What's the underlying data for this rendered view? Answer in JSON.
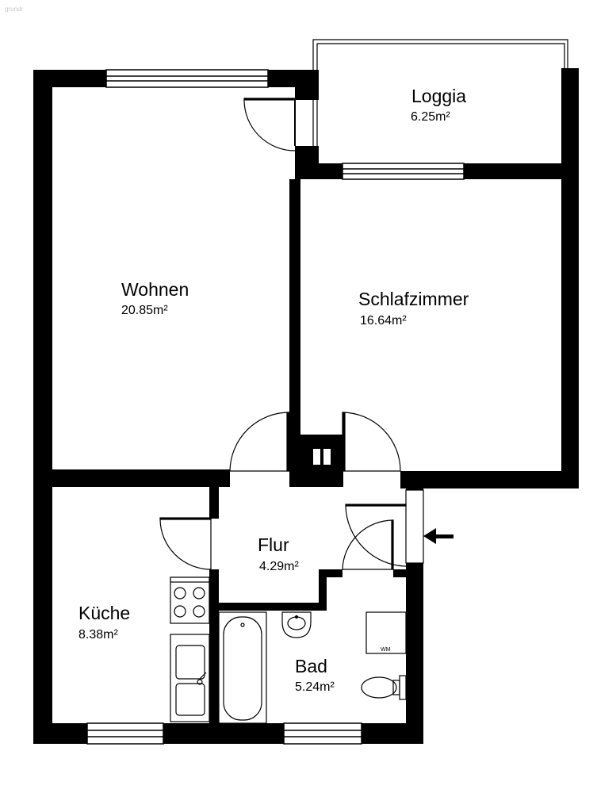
{
  "rooms": {
    "wohnen": {
      "name": "Wohnen",
      "area": "20.85m²"
    },
    "schlafzimmer": {
      "name": "Schlafzimmer",
      "area": "16.64m²"
    },
    "loggia": {
      "name": "Loggia",
      "area": "6.25m²"
    },
    "flur": {
      "name": "Flur",
      "area": "4.29m²"
    },
    "kueche": {
      "name": "Küche",
      "area": "8.38m²"
    },
    "bad": {
      "name": "Bad",
      "area": "5.24m²"
    }
  },
  "labels": {
    "washing_machine": "WM",
    "watermark": "www.grundriss.com"
  },
  "colors": {
    "wall": "#000000",
    "background": "#ffffff"
  }
}
